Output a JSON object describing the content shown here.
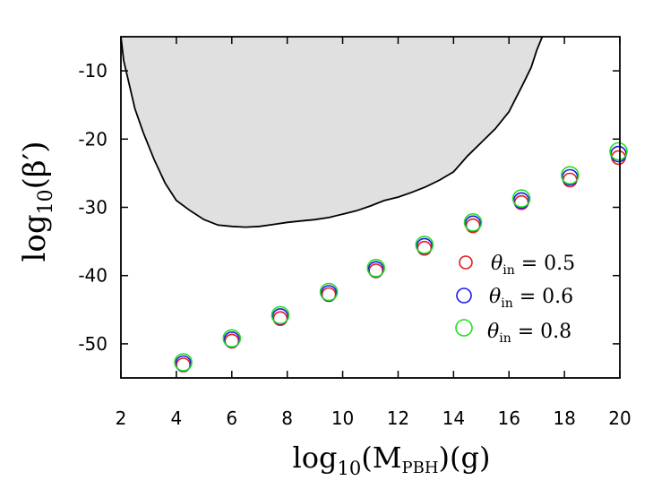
{
  "chart_data": {
    "type": "scatter",
    "xlabel": {
      "base": "log",
      "sub": "10",
      "arg": "(M",
      "argsub": "PBH",
      "tail": ")(g)"
    },
    "ylabel": {
      "base": "log",
      "sub": "10",
      "arg": "(β′)"
    },
    "xlim": [
      2,
      20
    ],
    "ylim": [
      -55,
      -5
    ],
    "xticks": [
      2,
      4,
      6,
      8,
      10,
      12,
      14,
      16,
      18,
      20
    ],
    "yticks": [
      -10,
      -20,
      -30,
      -40,
      -50
    ],
    "grid": false,
    "legend_position": "bottom-right",
    "excluded_region": {
      "fill": "#e0e0e0",
      "stroke": "#000000",
      "x": [
        2.0,
        2.1,
        2.3,
        2.5,
        2.8,
        3.2,
        3.6,
        4.0,
        4.5,
        5.0,
        5.5,
        6.0,
        6.5,
        7.0,
        7.5,
        8.0,
        8.5,
        9.0,
        9.5,
        10.0,
        10.5,
        11.0,
        11.5,
        12.0,
        12.5,
        13.0,
        13.5,
        14.0,
        14.5,
        15.0,
        15.5,
        16.0,
        16.5,
        16.8,
        17.0,
        17.2
      ],
      "y": [
        -5.0,
        -8.5,
        -12.0,
        -15.5,
        -19.0,
        -23.0,
        -26.5,
        -29.0,
        -30.5,
        -31.8,
        -32.6,
        -32.8,
        -32.9,
        -32.8,
        -32.5,
        -32.2,
        -32.0,
        -31.8,
        -31.5,
        -31.0,
        -30.5,
        -29.8,
        -29.0,
        -28.5,
        -27.8,
        -27.0,
        -26.0,
        -24.8,
        -22.5,
        -20.5,
        -18.5,
        -16.0,
        -12.0,
        -9.5,
        -7.0,
        -5.0
      ]
    },
    "series": [
      {
        "name": "θin = 0.5",
        "color": "#e41a1c",
        "x": [
          4.25,
          6.0,
          7.75,
          9.5,
          11.2,
          12.95,
          14.7,
          16.45,
          18.2,
          19.95
        ],
        "y": [
          -53.1,
          -49.6,
          -46.3,
          -42.8,
          -39.3,
          -36.0,
          -32.7,
          -29.3,
          -26.0,
          -22.7
        ]
      },
      {
        "name": "θin = 0.6",
        "color": "#1a1ae8",
        "x": [
          4.25,
          6.0,
          7.75,
          9.5,
          11.2,
          12.95,
          14.7,
          16.45,
          18.2,
          19.95
        ],
        "y": [
          -52.9,
          -49.4,
          -46.0,
          -42.6,
          -39.1,
          -35.7,
          -32.4,
          -29.0,
          -25.6,
          -22.2
        ]
      },
      {
        "name": "θin = 0.8",
        "color": "#22dd22",
        "x": [
          4.25,
          6.0,
          7.75,
          9.5,
          11.2,
          12.95,
          14.7,
          16.45,
          18.2,
          19.95
        ],
        "y": [
          -52.7,
          -49.2,
          -45.8,
          -42.4,
          -38.9,
          -35.5,
          -32.2,
          -28.7,
          -25.3,
          -21.8
        ]
      }
    ]
  }
}
